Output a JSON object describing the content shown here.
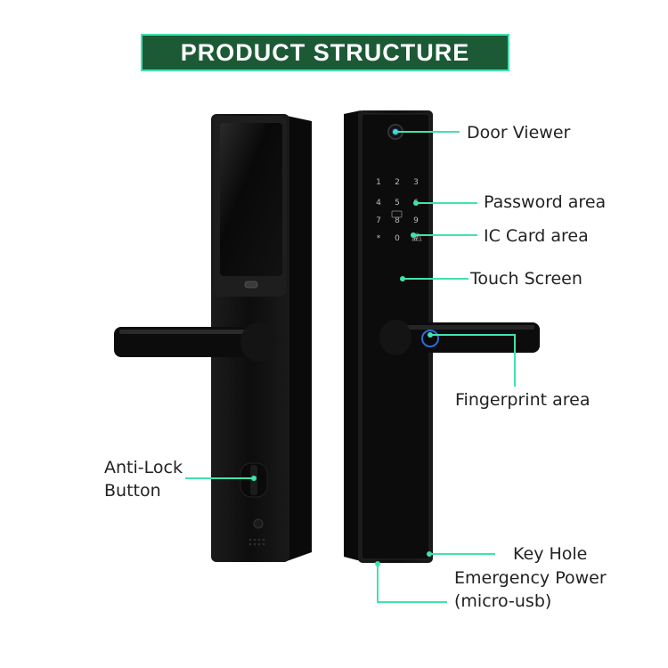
{
  "title": "PRODUCT STRUCTURE",
  "colors": {
    "banner_bg": "#1b5a35",
    "banner_border": "#3fe3b0",
    "leader_line": "#3fe3b0",
    "lock_body": "#111111"
  },
  "keypad": [
    "1",
    "2",
    "3",
    "4",
    "5",
    "6",
    "7",
    "8",
    "9",
    "*",
    "0",
    "#"
  ],
  "callouts": {
    "door_viewer": "Door Viewer",
    "password_area": "Password area",
    "ic_card_area": "IC Card area",
    "touch_screen": "Touch Screen",
    "fingerprint_area": "Fingerprint area",
    "anti_lock_line1": "Anti-Lock",
    "anti_lock_line2": "Button",
    "key_hole": "Key Hole",
    "emergency_line1": "Emergency Power",
    "emergency_line2": "(micro-usb)"
  }
}
